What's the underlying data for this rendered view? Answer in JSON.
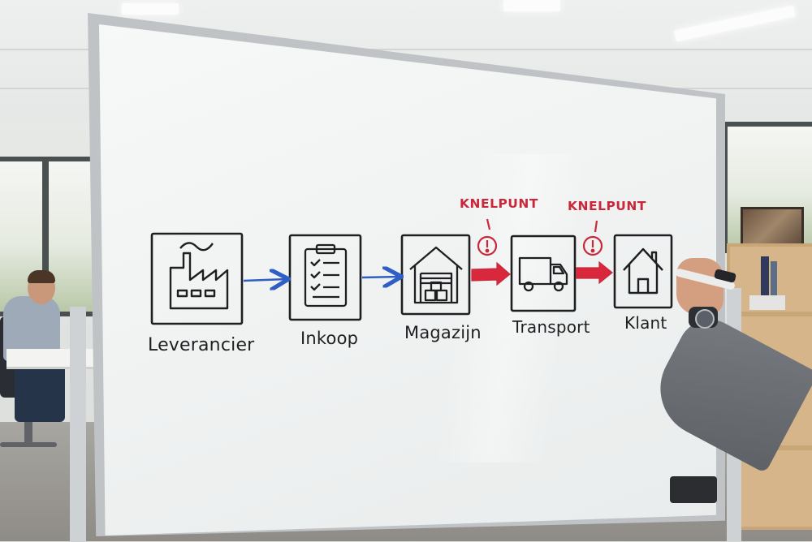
{
  "diagram": {
    "nodes": [
      {
        "label": "Leverancier",
        "icon": "factory-icon"
      },
      {
        "label": "Inkoop",
        "icon": "clipboard-checklist-icon"
      },
      {
        "label": "Magazijn",
        "icon": "warehouse-icon"
      },
      {
        "label": "Transport",
        "icon": "truck-icon"
      },
      {
        "label": "Klant",
        "icon": "house-icon"
      }
    ],
    "bottlenecks": [
      {
        "label": "KNELPUNT",
        "between": "Magazijn-Transport"
      },
      {
        "label": "KNELPUNT",
        "between": "Transport-Klant"
      }
    ],
    "colors": {
      "ink": "#1f1f22",
      "flow_arrow": "#2f5ec4",
      "bottleneck": "#c8283a"
    }
  }
}
